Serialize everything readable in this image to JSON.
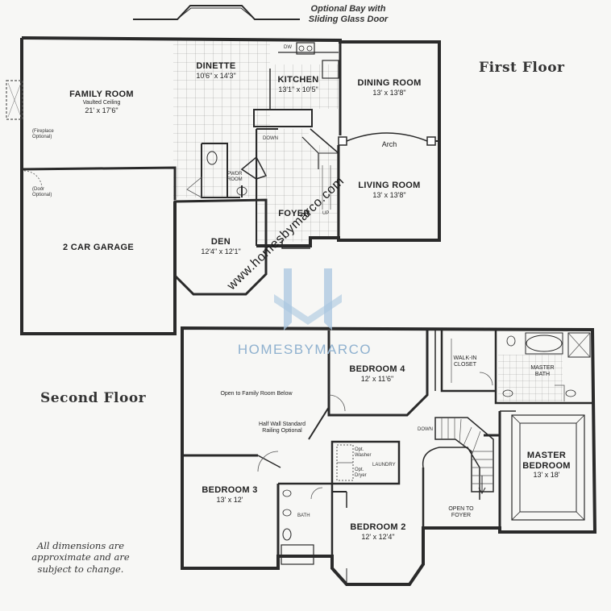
{
  "header": {
    "bay_note_line1": "Optional Bay with",
    "bay_note_line2": "Sliding Glass Door"
  },
  "floors": {
    "first": "First Floor",
    "second": "Second Floor"
  },
  "first_floor_rooms": {
    "family_room": {
      "name": "FAMILY ROOM",
      "sub": "Vaulted Ceiling",
      "dim": "21' x 17'6\""
    },
    "dinette": {
      "name": "DINETTE",
      "dim": "10'6\" x 14'3\""
    },
    "kitchen": {
      "name": "KITCHEN",
      "dim": "13'1\" x 10'5\""
    },
    "dining_room": {
      "name": "DINING ROOM",
      "dim": "13' x 13'8\""
    },
    "living_room": {
      "name": "LIVING ROOM",
      "dim": "13' x 13'8\""
    },
    "den": {
      "name": "DEN",
      "dim": "12'4\" x 12'1\""
    },
    "garage": {
      "name": "2 CAR GARAGE"
    },
    "foyer": {
      "name": "FOYER"
    },
    "pwdr_room": {
      "line1": "PWDR",
      "line2": "ROOM"
    }
  },
  "first_floor_labels": {
    "arch": "Arch",
    "fireplace_line1": "(Fireplace",
    "fireplace_line2": "Optional)",
    "door_line1": "(Door",
    "door_line2": "Optional)",
    "dw": "DW",
    "down": "DOWN",
    "up": "UP"
  },
  "second_floor_rooms": {
    "bedroom4": {
      "name": "BEDROOM 4",
      "dim": "12' x 11'6\""
    },
    "bedroom3": {
      "name": "BEDROOM 3",
      "dim": "13' x 12'"
    },
    "bedroom2": {
      "name": "BEDROOM 2",
      "dim": "12' x 12'4\""
    },
    "master_bedroom": {
      "line1": "MASTER",
      "line2": "BEDROOM",
      "dim": "13' x 18'"
    },
    "walk_in_closet": {
      "line1": "WALK-IN",
      "line2": "CLOSET"
    },
    "master_bath": {
      "line1": "MASTER",
      "line2": "BATH"
    },
    "laundry": {
      "name": "LAUNDRY"
    },
    "bath": {
      "name": "BATH"
    }
  },
  "second_floor_labels": {
    "open_family": "Open to Family Room Below",
    "half_wall_line1": "Half Wall Standard",
    "half_wall_line2": "Railing Optional",
    "open_foyer_line1": "OPEN TO",
    "open_foyer_line2": "FOYER",
    "down": "DOWN",
    "opt_washer_line1": "Opt.",
    "opt_washer_line2": "Washer",
    "opt_dryer_line1": "Opt.",
    "opt_dryer_line2": "Dryer"
  },
  "disclaimer": {
    "line1": "All dimensions are",
    "line2": "approximate and are",
    "line3": "subject to change."
  },
  "watermark": {
    "url": "www.homesbymarco.com",
    "brand": "HOMESBYMARCO"
  },
  "colors": {
    "wall": "#2a2a2a",
    "tile": "#9a9a9a",
    "watermark_logo": "#a9c6df",
    "paper": "#f7f7f5"
  }
}
